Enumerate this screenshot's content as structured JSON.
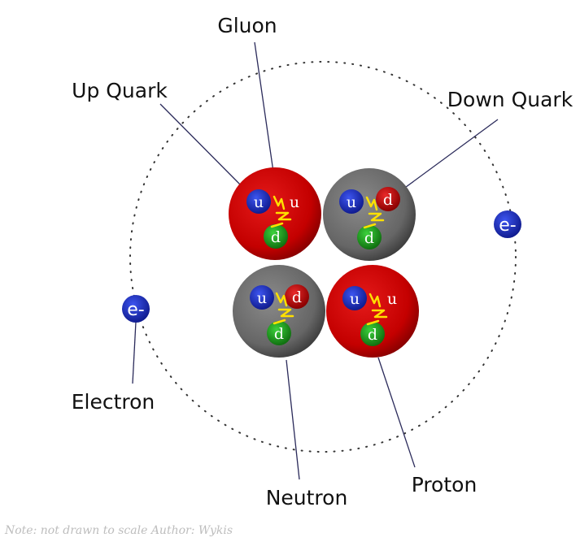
{
  "labels": {
    "gluon": "Gluon",
    "up_quark": "Up Quark",
    "down_quark": "Down Quark",
    "electron": "Electron",
    "neutron": "Neutron",
    "proton": "Proton"
  },
  "quark_symbols": {
    "up": "u",
    "down": "d"
  },
  "electron_symbol": "e-",
  "nucleons": [
    {
      "kind": "proton",
      "quarks": [
        "u",
        "u",
        "d"
      ]
    },
    {
      "kind": "neutron",
      "quarks": [
        "u",
        "d",
        "d"
      ]
    },
    {
      "kind": "neutron",
      "quarks": [
        "u",
        "d",
        "d"
      ]
    },
    {
      "kind": "proton",
      "quarks": [
        "u",
        "u",
        "d"
      ]
    }
  ],
  "note": "Note: not drawn to scale   Author: Wykis",
  "colors": {
    "proton": "#cc0000",
    "neutron": "#6b6b6b",
    "up_quark": "#1a2fc8",
    "down_quark_red": "#cc1010",
    "down_quark_green": "#22b022",
    "electron": "#2233cc",
    "gluon": "#ffe000",
    "leader_line": "#2a2a5a",
    "orbit": "#333333"
  }
}
